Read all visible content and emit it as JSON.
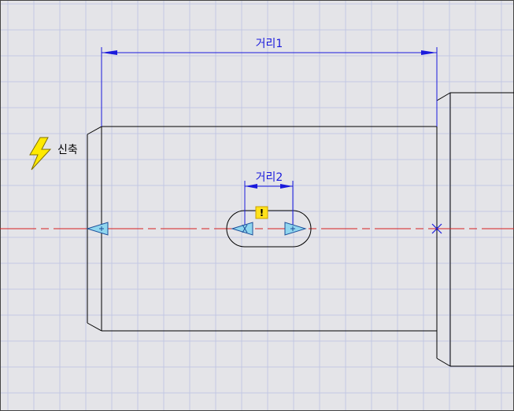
{
  "drawing": {
    "dimension_1_label": "거리1",
    "dimension_2_label": "거리2",
    "constraint_label": "신축",
    "warning_symbol": "!"
  },
  "icons": {
    "constraint": "lightning-bolt-icon",
    "warning": "warning-icon",
    "handles": "arrow-grip-icon"
  },
  "colors": {
    "background": "#e4e4e8",
    "grid": "#c3c8e3",
    "geometry": "#000000",
    "dimension": "#1a1adc",
    "centerline": "#d62020",
    "grip_fill": "#8fd6ef",
    "grip_stroke": "#1c4f9a",
    "bolt_fill": "#ffea00",
    "warning_fill": "#ffe21a"
  }
}
